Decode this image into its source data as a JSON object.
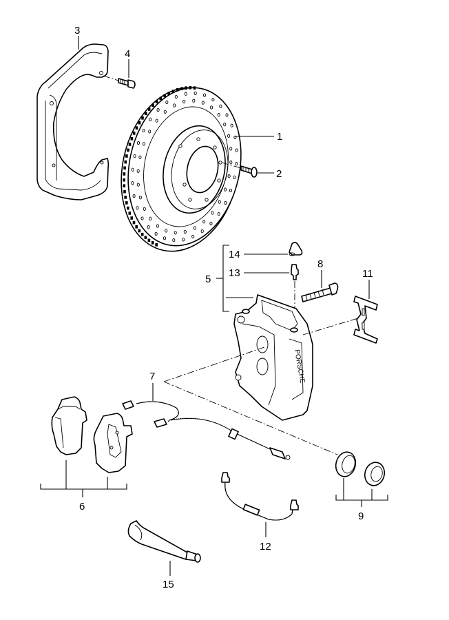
{
  "diagram": {
    "title": "Front brake disc, caliper and pads exploded parts view",
    "brand_text": "PORSCHE",
    "callouts": [
      {
        "id": "1",
        "part": "brake-disc"
      },
      {
        "id": "2",
        "part": "countersunk-screw"
      },
      {
        "id": "3",
        "part": "brake-disc-splash-shield"
      },
      {
        "id": "4",
        "part": "hex-bolt"
      },
      {
        "id": "5",
        "part": "brake-caliper-assembly"
      },
      {
        "id": "6",
        "part": "brake-pad-set"
      },
      {
        "id": "7",
        "part": "brake-pad-wear-sensor"
      },
      {
        "id": "8",
        "part": "caliper-mounting-bolt"
      },
      {
        "id": "9",
        "part": "piston-seal-kit"
      },
      {
        "id": "11",
        "part": "pad-retaining-spring"
      },
      {
        "id": "12",
        "part": "brake-line"
      },
      {
        "id": "13",
        "part": "bleeder-valve"
      },
      {
        "id": "14",
        "part": "dust-cap"
      },
      {
        "id": "15",
        "part": "assembly-paste-tube"
      }
    ],
    "labels": {
      "l1": "1",
      "l2": "2",
      "l3": "3",
      "l4": "4",
      "l5": "5",
      "l6": "6",
      "l7": "7",
      "l8": "8",
      "l9": "9",
      "l11": "11",
      "l12": "12",
      "l13": "13",
      "l14": "14",
      "l15": "15"
    }
  }
}
